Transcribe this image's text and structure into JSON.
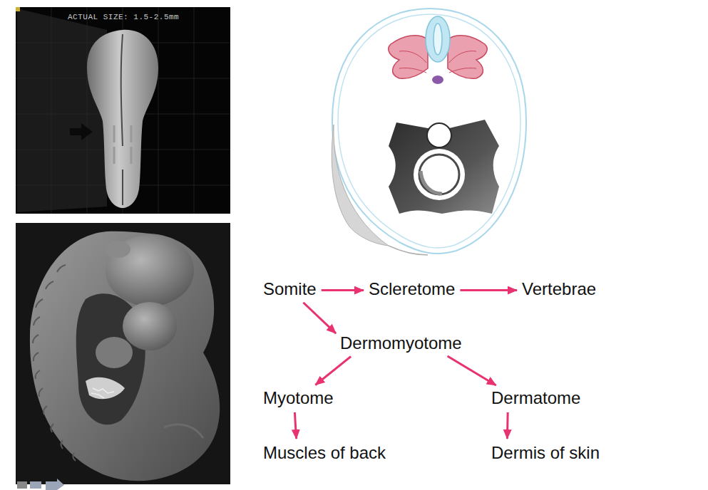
{
  "diagram": {
    "nodes": [
      {
        "text": [
          "Somite"
        ]
      },
      {
        "text": [
          "Scleretome"
        ]
      },
      {
        "text": [
          "Vertebrae"
        ]
      },
      {
        "text": [
          "Dermomyotome"
        ]
      },
      {
        "text": [
          "Myotome"
        ]
      },
      {
        "text": [
          "Dermatome"
        ]
      },
      {
        "text": [
          "Muscles of back"
        ]
      },
      {
        "text": [
          "Dermis of skin"
        ]
      }
    ],
    "edges": [
      {
        "from": 0,
        "to": 1,
        "arrow": "to"
      },
      {
        "from": 1,
        "to": 2,
        "arrow": "to"
      },
      {
        "from": 0,
        "to": 3,
        "arrow": "to"
      },
      {
        "from": 3,
        "to": 4,
        "arrow": "to"
      },
      {
        "from": 3,
        "to": 5,
        "arrow": "to"
      },
      {
        "from": 4,
        "to": 6,
        "arrow": "to"
      },
      {
        "from": 5,
        "to": 7,
        "arrow": "to"
      }
    ],
    "labels": [
      "ACTUAL SIZE: 1.5-2.5mm"
    ]
  }
}
